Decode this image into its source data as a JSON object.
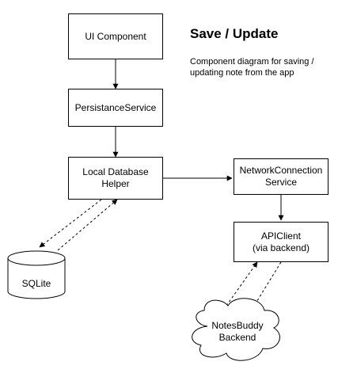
{
  "title": "Save / Update",
  "description": "Component diagram for saving / updating note from the app",
  "nodes": {
    "ui_component": "UI Component",
    "persistance_service": "PersistanceService",
    "local_db_helper": "Local Database\nHelper",
    "network_service": "NetworkConnection\nService",
    "api_client": "APIClient\n(via backend)",
    "sqlite": "SQLite",
    "backend": "NotesBuddy\nBackend"
  }
}
